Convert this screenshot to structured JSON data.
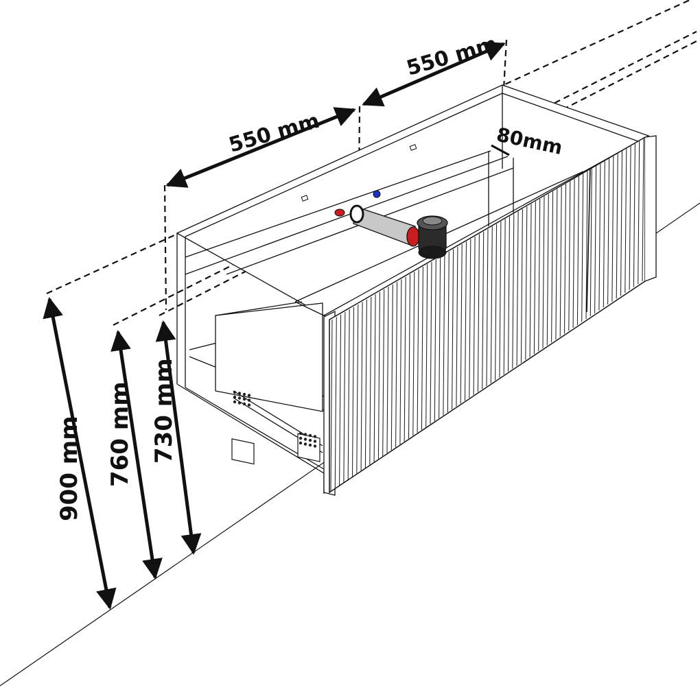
{
  "dimensions": {
    "width_left": "550 mm",
    "width_right": "550 mm",
    "offset": "80mm",
    "height_total": "900 mm",
    "height_upper": "760 mm",
    "height_lower": "730 mm"
  },
  "colors": {
    "line": "#111111",
    "pipe": "#c8c8c8",
    "valve_red": "#c81e1e",
    "valve_blue": "#1e2ec8",
    "trap": "#2a2a2a"
  }
}
